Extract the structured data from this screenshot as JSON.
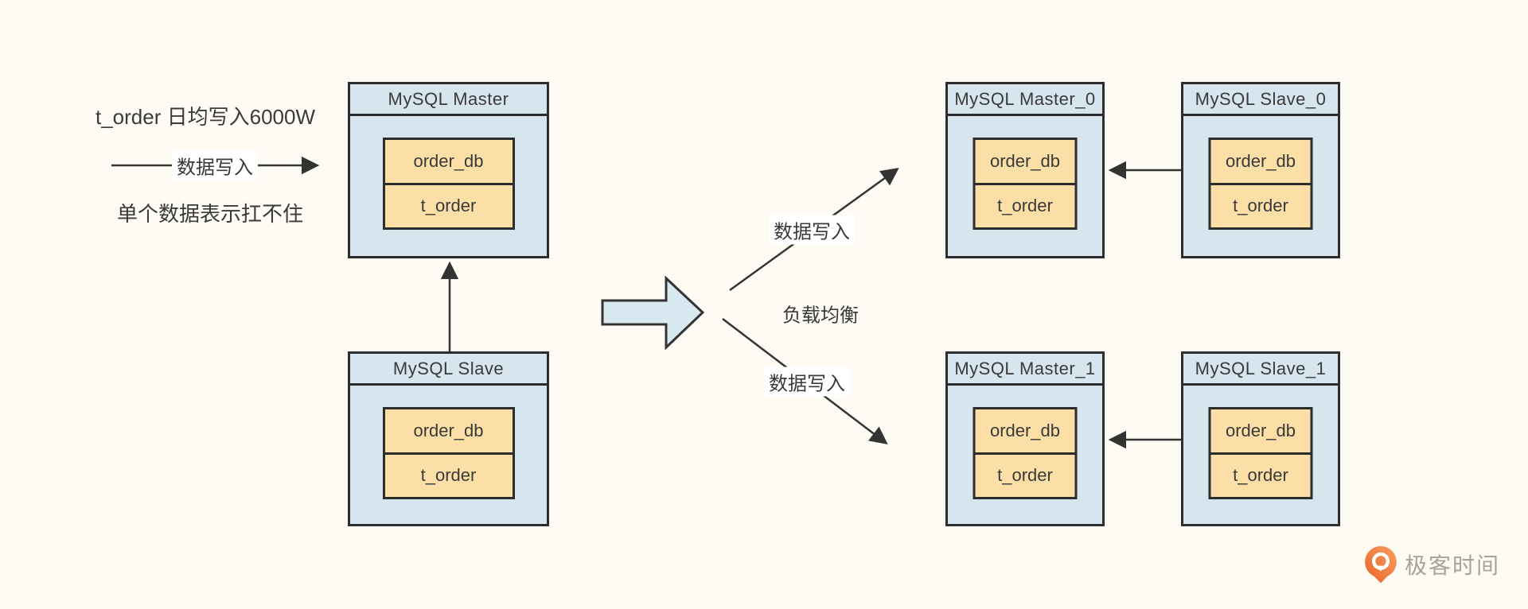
{
  "page": {
    "background": "#fdfbf4",
    "node_fill": "#d6e5ee",
    "node_border": "#2d2d2d",
    "table_fill": "#fbdfa7",
    "arrow_color": "#333333",
    "block_arrow_fill": "#d8e9f2",
    "logo_orange_dark": "#e9632a",
    "logo_orange_light": "#f9a05f",
    "logo_text_color": "#a7a29c"
  },
  "annotations": {
    "daily_write": "t_order 日均写入6000W",
    "data_write_left": "数据写入",
    "single_table": "单个数据表示扛不住",
    "data_write_top": "数据写入",
    "load_balance": "负载均衡",
    "data_write_bottom": "数据写入"
  },
  "nodes": [
    {
      "title": "MySQL Master",
      "cells": [
        "order_db",
        "t_order"
      ]
    },
    {
      "title": "MySQL Slave",
      "cells": [
        "order_db",
        "t_order"
      ]
    },
    {
      "title": "MySQL Master_0",
      "cells": [
        "order_db",
        "t_order"
      ]
    },
    {
      "title": "MySQL Slave_0",
      "cells": [
        "order_db",
        "t_order"
      ]
    },
    {
      "title": "MySQL Master_1",
      "cells": [
        "order_db",
        "t_order"
      ]
    },
    {
      "title": "MySQL Slave_1",
      "cells": [
        "order_db",
        "t_order"
      ]
    }
  ],
  "logo": {
    "text": "极客时间"
  }
}
